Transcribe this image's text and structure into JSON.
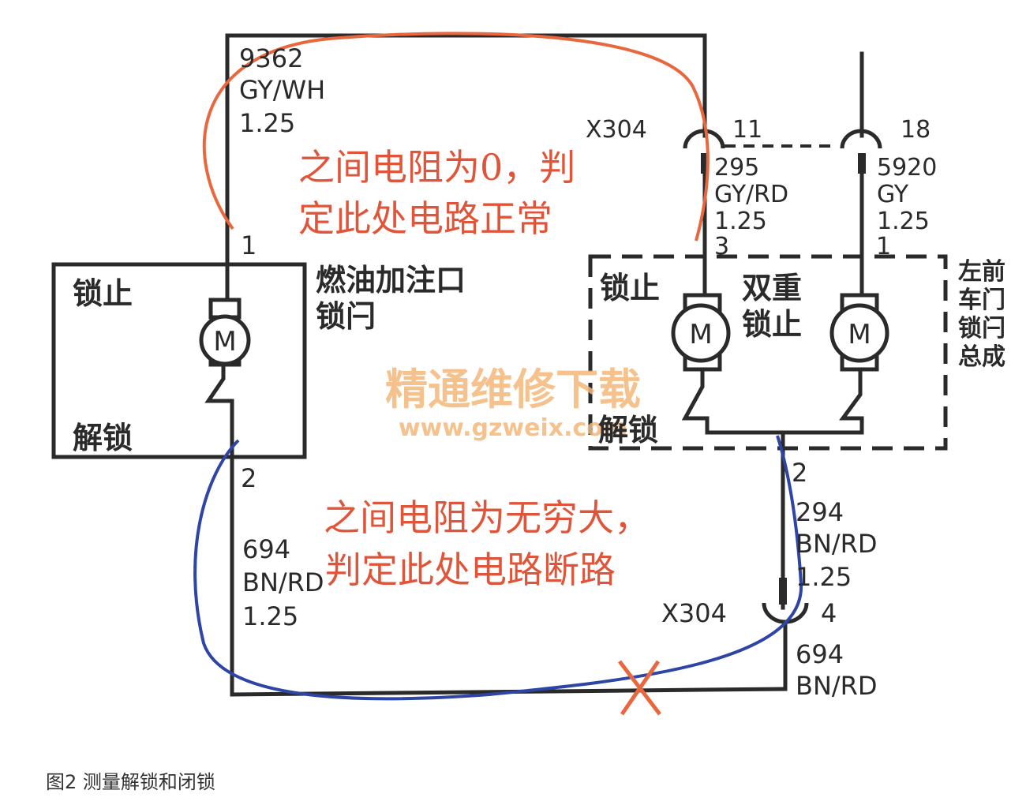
{
  "wires": {
    "top_left": {
      "circuit": "9362",
      "color": "GY/WH",
      "size": "1.25"
    },
    "bottom_left": {
      "circuit": "694",
      "color": "BN/RD",
      "size": "1.25"
    },
    "door_pin3": {
      "circuit": "295",
      "color": "GY/RD",
      "size": "1.25"
    },
    "door_pin1": {
      "circuit": "5920",
      "color": "GY",
      "size": "1.25"
    },
    "door_pin2": {
      "circuit": "294",
      "color": "BN/RD",
      "size": "1.25"
    },
    "bottom_right": {
      "circuit": "694",
      "color": "BN/RD"
    }
  },
  "connectors": {
    "x304_top": {
      "name": "X304",
      "pin_a": "11",
      "pin_b": "18"
    },
    "x304_bottom": {
      "name": "X304",
      "pin": "4"
    }
  },
  "pins": {
    "fuel_pin1": "1",
    "fuel_pin2": "2",
    "door_pin3": "3",
    "door_pin1": "1",
    "door_pin2": "2"
  },
  "fuel_latch": {
    "lock_label": "锁止",
    "unlock_label": "解锁",
    "name_line1": "燃油加注口",
    "name_line2": "锁闩",
    "motor_symbol": "M"
  },
  "door_latch": {
    "lock_label": "锁止",
    "double_lock_line1": "双重",
    "double_lock_line2": "锁止",
    "unlock_label": "解锁",
    "motor_symbol_a": "M",
    "motor_symbol_b": "M",
    "name_lines": [
      "左前",
      "车门",
      "锁闩",
      "总成"
    ]
  },
  "annotations": {
    "top_line1": "之间电阻为0，判",
    "top_line2": "定此处电路正常",
    "bottom_line1": "之间电阻为无穷大，",
    "bottom_line2": "判定此处电路断路",
    "fault_mark": "X"
  },
  "watermark": {
    "line1": "精通维修下载",
    "line2": "www.gzweix.com"
  },
  "caption": "图2  测量解锁和闭锁",
  "colors": {
    "wire": "#2a2a2a",
    "annotation": "#e0553a",
    "probe_top": "#e8673f",
    "probe_bottom": "#2e45a6",
    "watermark": "#f4b87a"
  }
}
